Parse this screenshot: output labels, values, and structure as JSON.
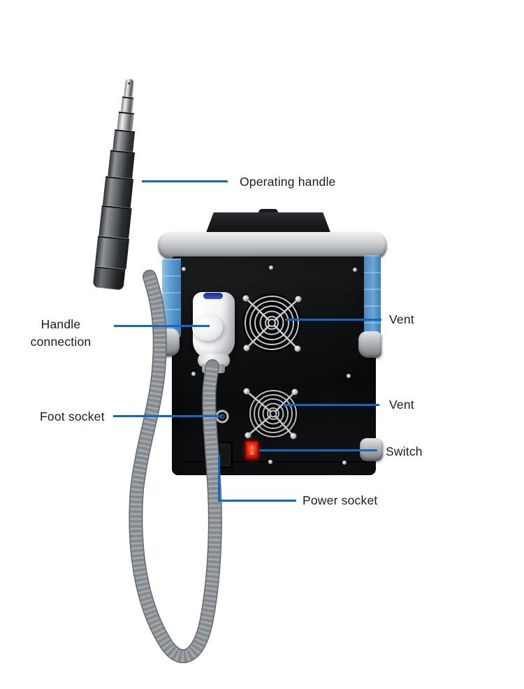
{
  "colors": {
    "callout_line": "#1566c4",
    "machine_side_blue": "#5b9cd0",
    "switch_red": "#fb2c12",
    "holster_accent_blue": "#2a3f9f",
    "label_text": "#1c1c1c",
    "background": "#ffffff"
  },
  "callouts": {
    "operating_handle": {
      "label": "Operating handle"
    },
    "handle_connection": {
      "label": "Handle connection"
    },
    "vent_top": {
      "label": "Vent"
    },
    "vent_bottom": {
      "label": "Vent"
    },
    "foot_socket": {
      "label": "Foot socket"
    },
    "switch": {
      "label": "Switch"
    },
    "power_socket": {
      "label": "Power socket"
    }
  }
}
